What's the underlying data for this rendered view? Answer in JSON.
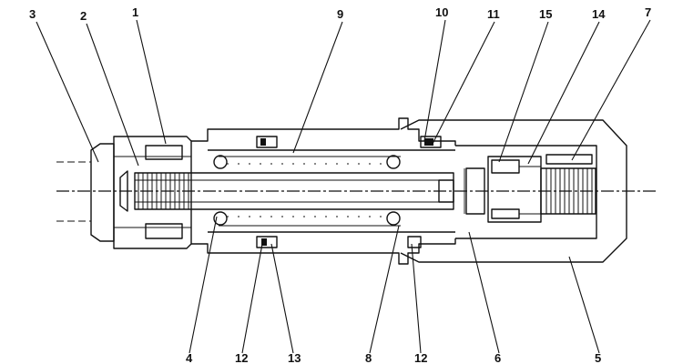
{
  "callouts": {
    "c3": "3",
    "c2": "2",
    "c1": "1",
    "c9": "9",
    "c10": "10",
    "c11": "11",
    "c15": "15",
    "c14": "14",
    "c7": "7",
    "c4": "4",
    "c12a": "12",
    "c13": "13",
    "c8": "8",
    "c12b": "12",
    "c6": "6",
    "c5": "5"
  },
  "colors": {
    "line": "#111111",
    "background": "#ffffff"
  }
}
